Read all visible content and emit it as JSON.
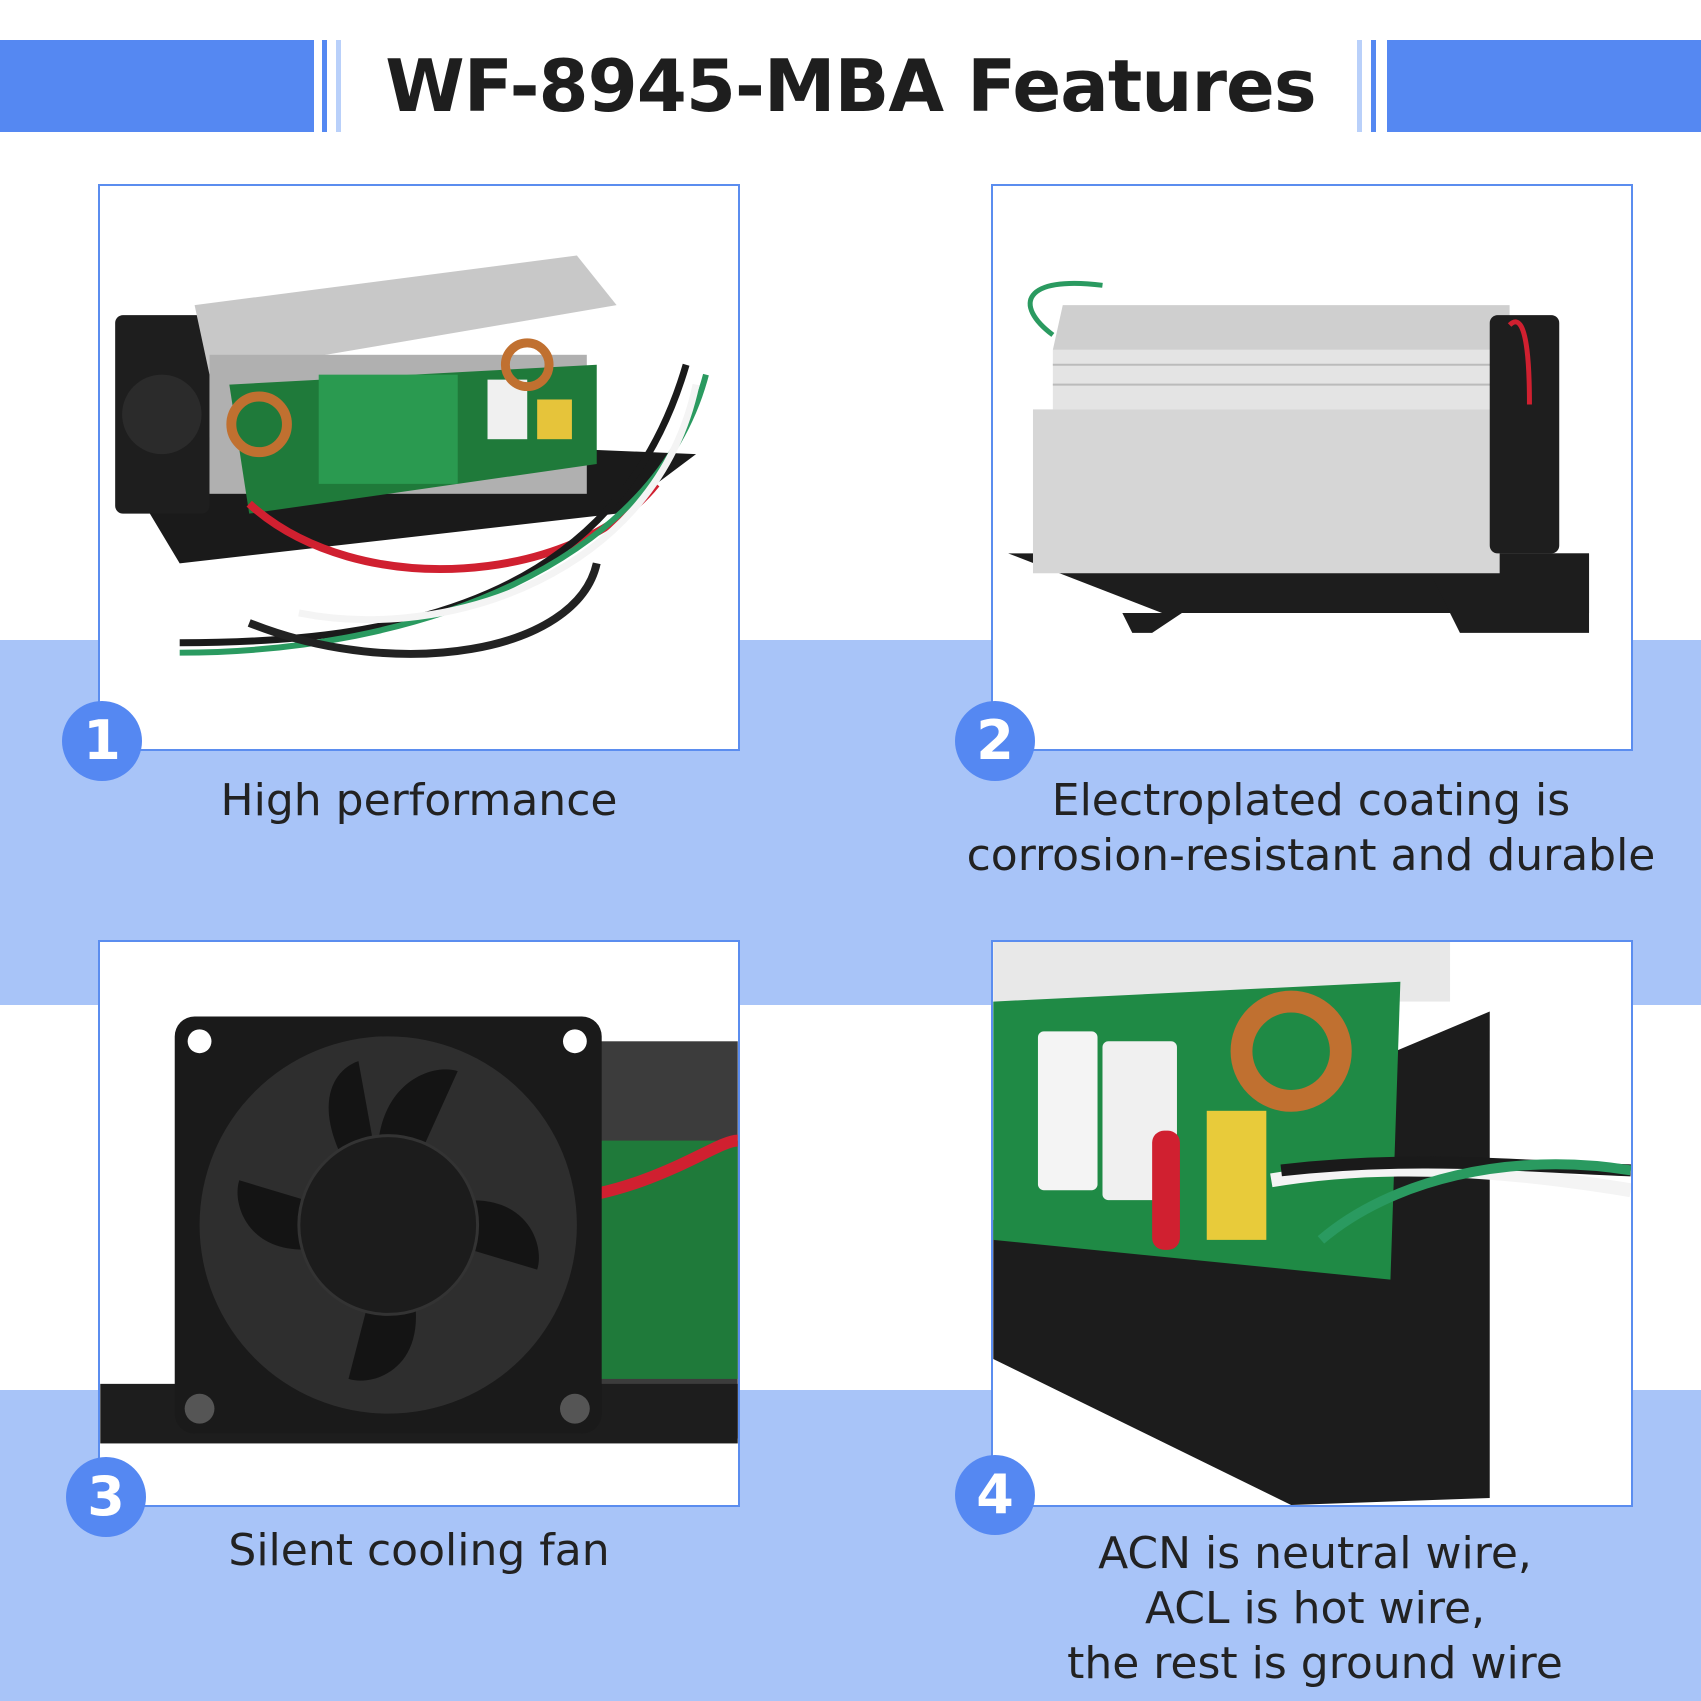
{
  "header": {
    "title": "WF-8945-MBA Features"
  },
  "colors": {
    "accent": "#5588f2",
    "band": "#a8c4f8",
    "text": "#222222"
  },
  "features": [
    {
      "number": "1",
      "caption": [
        "High performance"
      ],
      "image": "converter-open-board-with-wires"
    },
    {
      "number": "2",
      "caption": [
        "Electroplated coating is",
        "corrosion-resistant and durable"
      ],
      "image": "converter-aluminum-housing-side"
    },
    {
      "number": "3",
      "caption": [
        "Silent cooling fan"
      ],
      "image": "cooling-fan-closeup"
    },
    {
      "number": "4",
      "caption": [
        "ACN is neutral wire,",
        "ACL is hot wire,",
        "the rest is ground wire"
      ],
      "image": "wire-terminal-board-closeup"
    }
  ]
}
